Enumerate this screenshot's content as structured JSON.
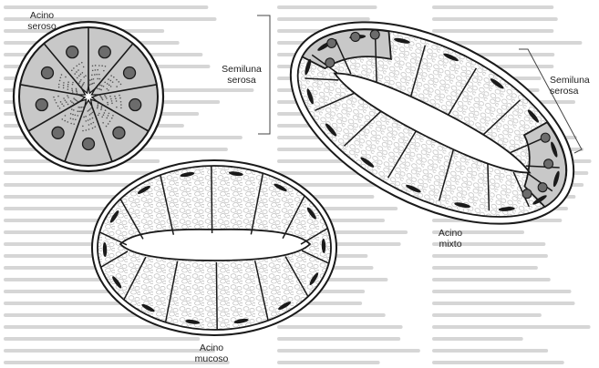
{
  "figure": {
    "labels": {
      "serous_acinus": {
        "line1": "Acino",
        "line2": "seroso"
      },
      "serous_demilune_upper": {
        "line1": "Semiluna",
        "line2": "serosa"
      },
      "serous_demilune_right": {
        "line1": "Semiluna",
        "line2": "serosa"
      },
      "mixed_acinus": {
        "line1": "Acino",
        "line2": "mixto"
      },
      "mucous_acinus": {
        "line1": "Acino",
        "line2": "mucoso"
      }
    }
  },
  "colors": {
    "serous_cell": "#c8c8c8",
    "serous_nucleus": "#6c6c6c",
    "mucous_cell": "#ffffff",
    "outline": "#1a1a1a",
    "bleed_text": "#d6d6d6"
  }
}
